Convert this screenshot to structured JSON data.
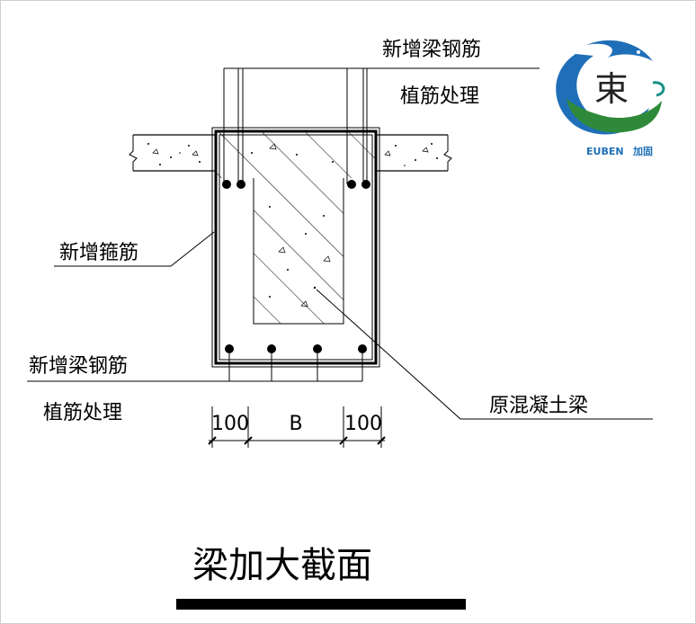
{
  "labels": {
    "new_beam_rebar_top": "新增梁钢筋",
    "anchor_top": "植筋处理",
    "new_stirrup": "新增箍筋",
    "new_beam_rebar_bottom": "新增梁钢筋",
    "anchor_bottom": "植筋处理",
    "original_beam": "原混凝土梁"
  },
  "dimensions": {
    "left": "100",
    "middle": "B",
    "right": "100"
  },
  "title": "梁加大截面",
  "logo": {
    "mark": "束",
    "brand_latin": "EUBEN",
    "brand_cn": "加固",
    "colors": {
      "blue": "#1f6fb8",
      "green": "#2e8a3a",
      "teal": "#1a8f8a"
    }
  },
  "colors": {
    "line": "#000000",
    "hatch": "#000000",
    "background": "#ffffff"
  }
}
